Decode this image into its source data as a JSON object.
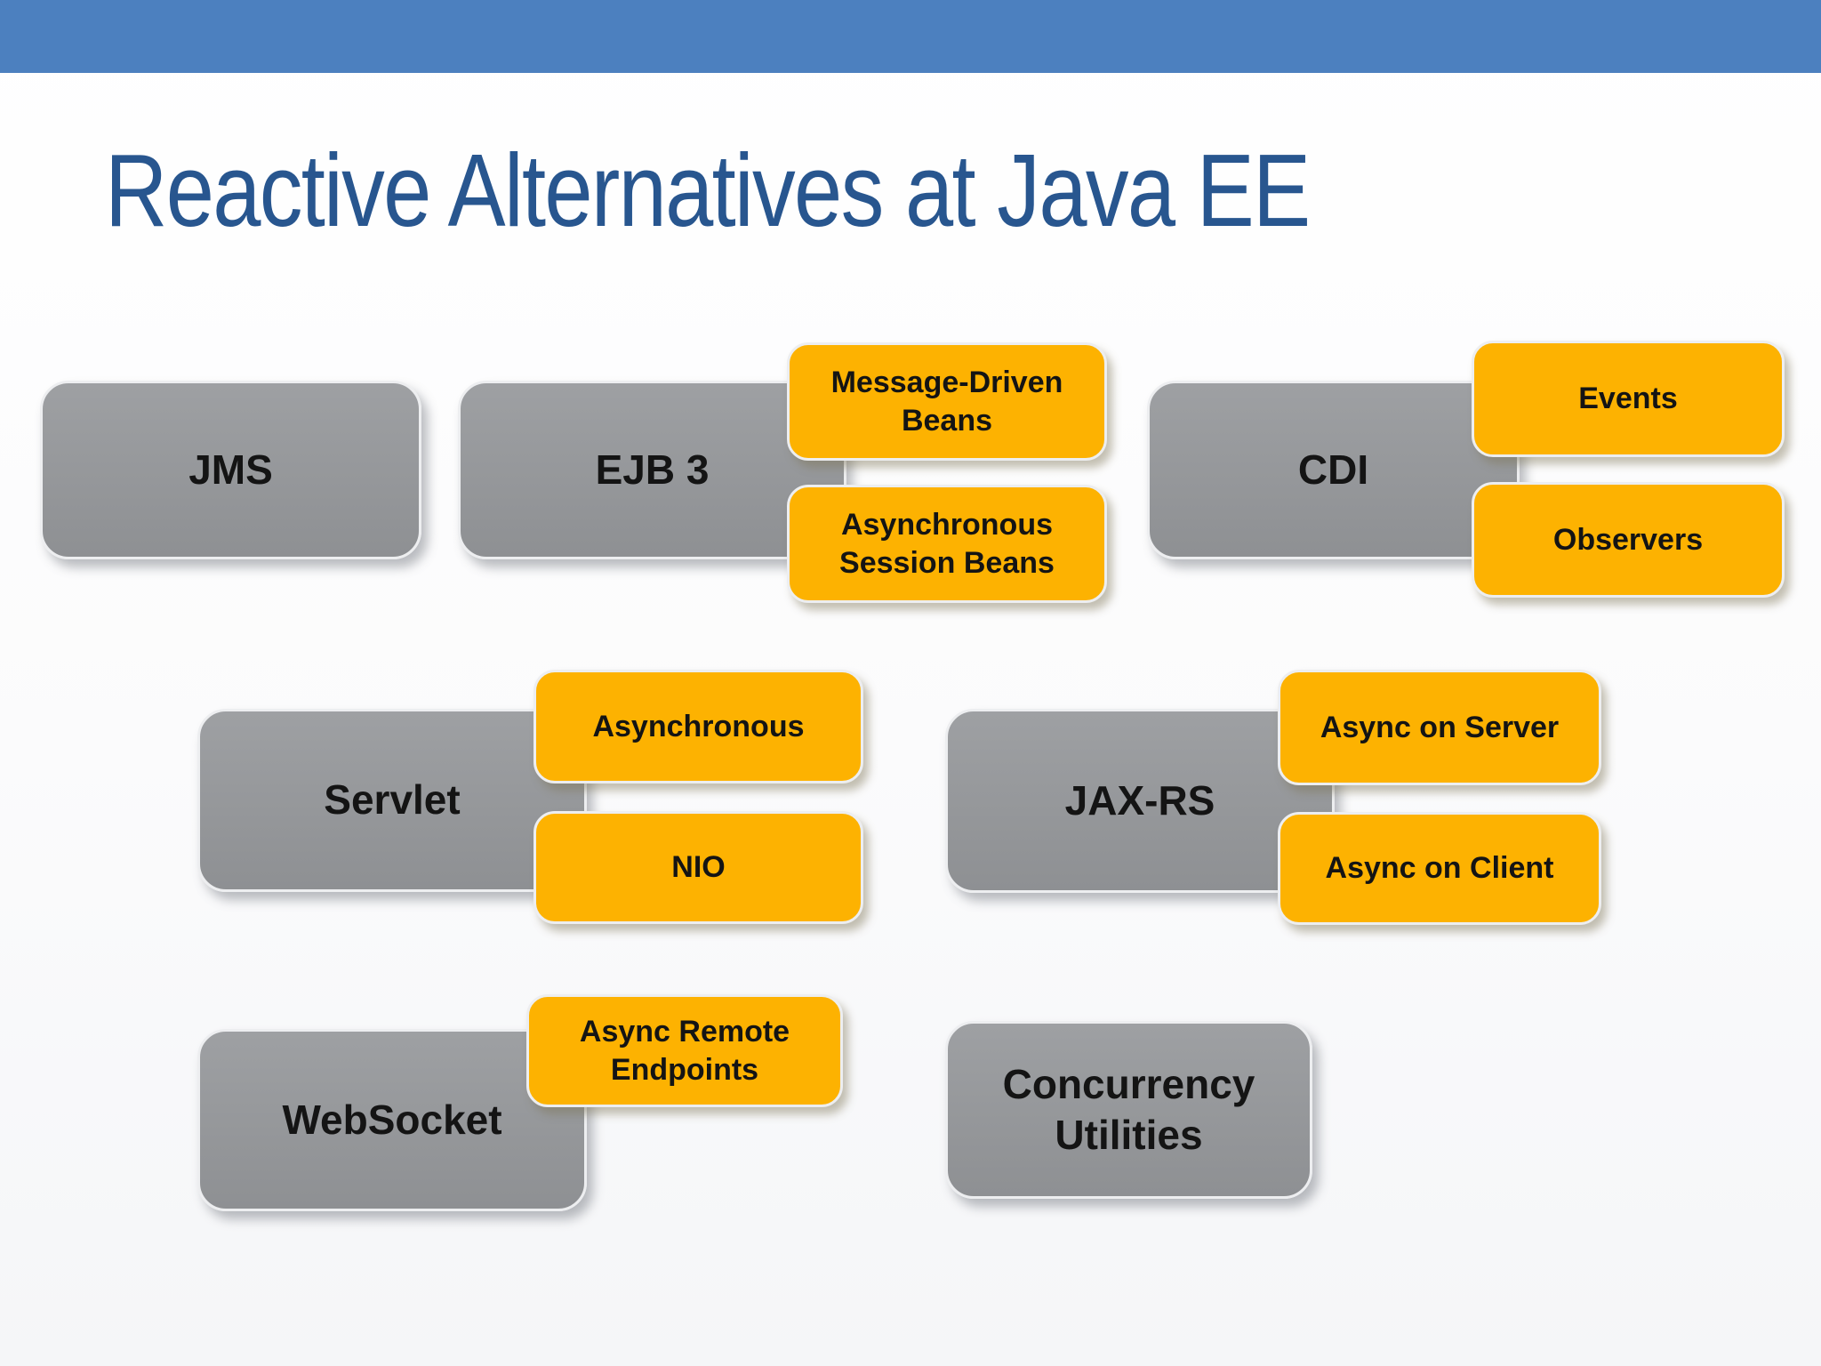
{
  "theme": {
    "top-bar": "#4C80BF",
    "title-color": "#28568F",
    "box-gray-light": "#9EA0A3",
    "box-gray-dark": "#8E9093",
    "box-orange": "#FDB201",
    "box-border": "#EDEEF0",
    "text": "#141414",
    "background": "#FCFCFD"
  },
  "slide": {
    "title": "Reactive Alternatives at Java EE",
    "boxes": {
      "jms": "JMS",
      "ejb3": "EJB 3",
      "cdi": "CDI",
      "servlet": "Servlet",
      "jaxrs": "JAX-RS",
      "websocket": "WebSocket",
      "concurrency": "Concurrency Utilities",
      "mdb": "Message-Driven Beans",
      "asb": "Asynchronous Session Beans",
      "events": "Events",
      "observers": "Observers",
      "async_servlet": "Asynchronous",
      "nio": "NIO",
      "async_server": "Async on Server",
      "async_client": "Async on Client",
      "async_remote": "Async Remote Endpoints"
    },
    "relationships": [
      {
        "parent": "JMS",
        "features": []
      },
      {
        "parent": "EJB 3",
        "features": [
          "Message-Driven Beans",
          "Asynchronous Session Beans"
        ]
      },
      {
        "parent": "CDI",
        "features": [
          "Events",
          "Observers"
        ]
      },
      {
        "parent": "Servlet",
        "features": [
          "Asynchronous",
          "NIO"
        ]
      },
      {
        "parent": "JAX-RS",
        "features": [
          "Async on Server",
          "Async on Client"
        ]
      },
      {
        "parent": "WebSocket",
        "features": [
          "Async Remote Endpoints"
        ]
      },
      {
        "parent": "Concurrency Utilities",
        "features": []
      }
    ]
  }
}
